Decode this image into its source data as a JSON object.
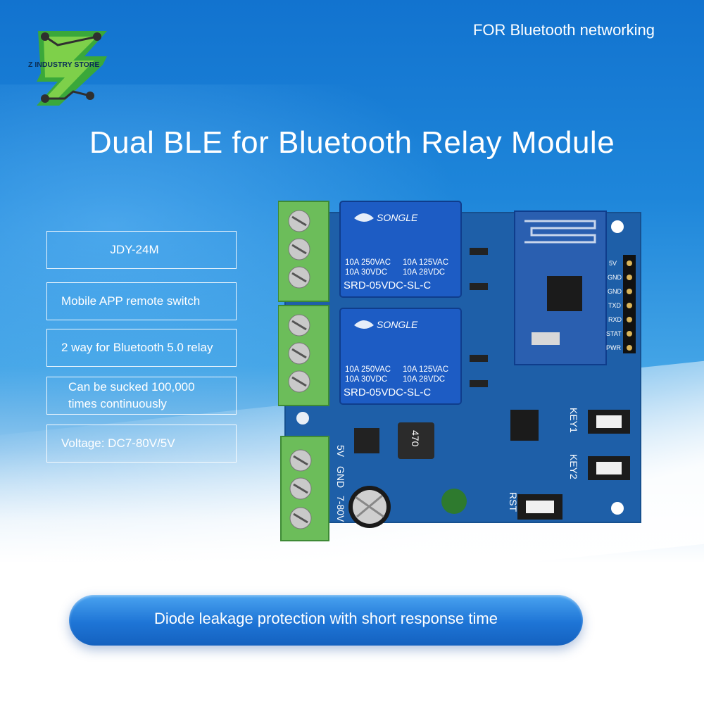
{
  "logo": {
    "text": "Z INDUSTRY STORE"
  },
  "tagline": "FOR Bluetooth networking",
  "title": "Dual BLE for Bluetooth Relay Module",
  "features": [
    {
      "text": "JDY-24M"
    },
    {
      "text": "Mobile APP remote switch"
    },
    {
      "text": "2 way for Bluetooth 5.0 relay"
    },
    {
      "line1": "Can be sucked 100,000",
      "line2": "times continuously"
    },
    {
      "text": "Voltage: DC7-80V/5V"
    }
  ],
  "banner": "Diode leakage protection with short response time",
  "board": {
    "relays": [
      {
        "brand": "SONGLE",
        "rating_left": [
          "10A 250VAC",
          "10A  30VDC"
        ],
        "rating_right": [
          "10A 125VAC",
          "10A  28VDC"
        ],
        "model": "SRD-05VDC-SL-C"
      },
      {
        "brand": "SONGLE",
        "rating_left": [
          "10A 250VAC",
          "10A  30VDC"
        ],
        "rating_right": [
          "10A 125VAC",
          "10A  28VDC"
        ],
        "model": "SRD-05VDC-SL-C"
      }
    ],
    "pins": [
      "5V",
      "GND",
      "GND",
      "TXD",
      "RXD",
      "STAT",
      "PWR"
    ],
    "buttons": [
      "KEY1",
      "KEY2",
      "RST"
    ],
    "power_labels": [
      "5V",
      "GND",
      "7-80V"
    ],
    "inductor": "470"
  },
  "colors": {
    "pcb": "#1e5fa8",
    "terminal": "#6cbd5a",
    "relay": "#1d5cc4",
    "accent": "#1e75d6"
  }
}
